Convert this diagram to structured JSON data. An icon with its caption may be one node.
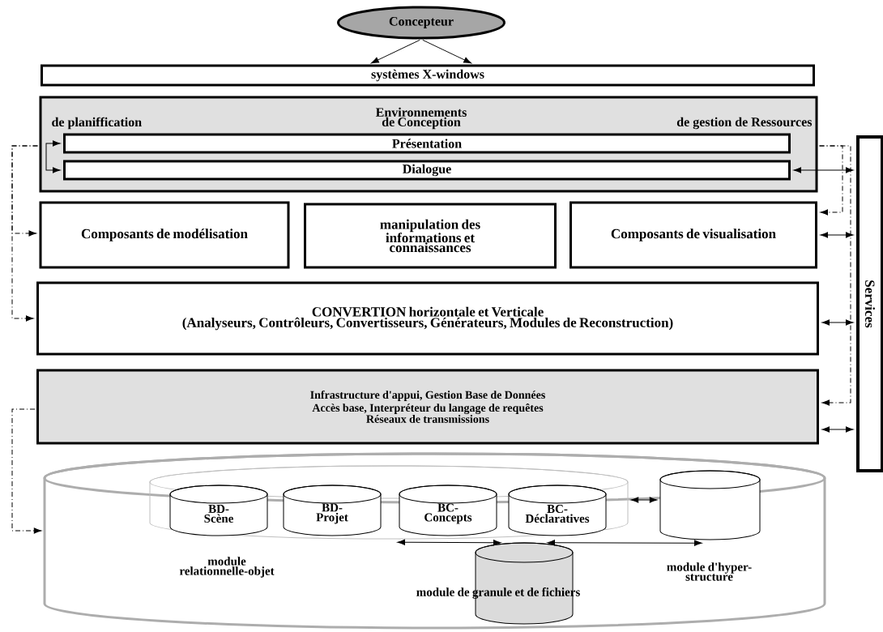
{
  "diagram": {
    "nodes": [
      {
        "text": [
          "Concepteur"
        ]
      },
      {
        "text": [
          "systèmes X-windows"
        ]
      },
      {
        "text": [
          "de planiffication",
          "Environnements de Conception",
          "de gestion de Ressources"
        ]
      },
      {
        "text": [
          "Présentation"
        ],
        "in": 2
      },
      {
        "text": [
          "Dialogue"
        ],
        "in": 2
      },
      {
        "text": [
          "Composants de modélisation"
        ]
      },
      {
        "text": [
          "manipulation des informations et connaissances"
        ]
      },
      {
        "text": [
          "Composants de visualisation"
        ]
      },
      {
        "text": [
          "CONVERTION horizontale et Verticale",
          "(Analyseurs, Contrôleurs, Convertisseurs, Générateurs, Modules de Reconstruction)"
        ]
      },
      {
        "text": [
          "Infrastructure d'appui, Gestion Base de Données",
          "Accès base, Interpréteur du langage de requêtes",
          "Réseaux de transmissions"
        ]
      },
      {
        "text": [
          "Services"
        ]
      },
      {
        "text": [],
        "shape": "cylinder"
      },
      {
        "text": [],
        "shape": "cylinder",
        "in": 11,
        "beside": [
          "module relationnelle-objet"
        ]
      },
      {
        "text": [
          "BD- Scène"
        ],
        "in": 12
      },
      {
        "text": [
          "BD- Projet"
        ],
        "in": 12
      },
      {
        "text": [
          "BC- Concepts"
        ],
        "in": 12
      },
      {
        "text": [
          "BC- Déclaratives"
        ],
        "in": 12
      },
      {
        "text": [],
        "shape": "cylinder",
        "in": 11,
        "beside": [
          "module d'hyper-structure"
        ]
      },
      {
        "text": [
          "module de granule et de fichiers"
        ],
        "in": 11
      }
    ],
    "edges": [
      {
        "from": 0,
        "to": 1,
        "arrow": "to"
      },
      {
        "from": 0,
        "to": 1,
        "arrow": "to"
      },
      {
        "from": 3,
        "to": 4,
        "arrow": "both"
      },
      {
        "from": 4,
        "to": 10,
        "arrow": "both"
      },
      {
        "from": 2,
        "to": 5,
        "arrow": "to",
        "style": "dashed"
      },
      {
        "from": 2,
        "to": 8,
        "arrow": "to",
        "style": "dashed"
      },
      {
        "from": 2,
        "to": 7,
        "arrow": "to",
        "style": "dashed"
      },
      {
        "from": 2,
        "to": 9,
        "arrow": "to",
        "style": "dashed"
      },
      {
        "from": 7,
        "to": 10,
        "arrow": "both"
      },
      {
        "from": 8,
        "to": 10,
        "arrow": "both"
      },
      {
        "from": 9,
        "to": 10,
        "arrow": "both"
      },
      {
        "from": 9,
        "to": 11,
        "arrow": "to",
        "style": "dashed"
      },
      {
        "from": 12,
        "to": 17,
        "arrow": "both"
      },
      {
        "from": 18,
        "to": 12,
        "arrow": "both"
      },
      {
        "from": 18,
        "to": 17,
        "arrow": "both"
      }
    ]
  }
}
